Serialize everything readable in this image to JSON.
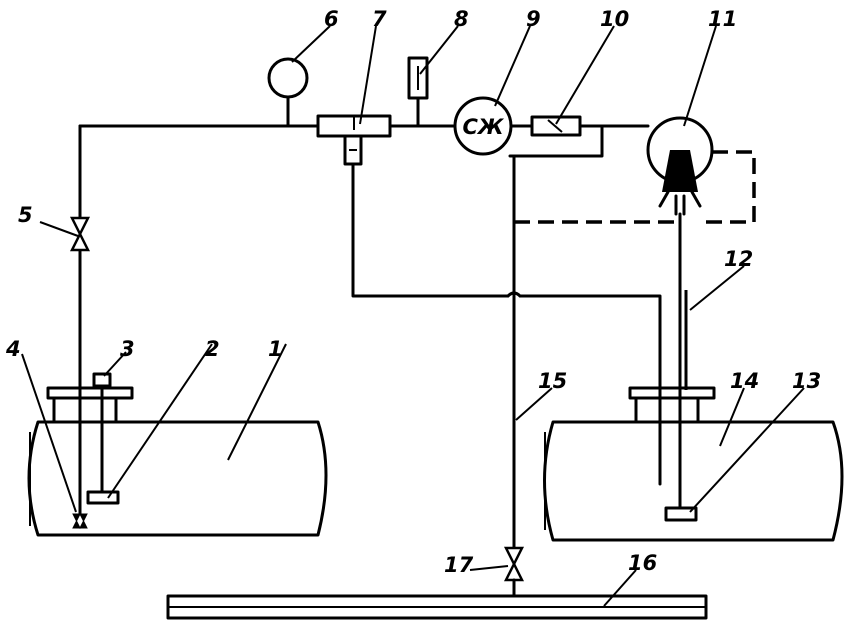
{
  "diagram": {
    "labels": [
      "1",
      "2",
      "3",
      "4",
      "5",
      "6",
      "7",
      "8",
      "9",
      "10",
      "11",
      "12",
      "13",
      "14",
      "15",
      "16",
      "17"
    ],
    "counter_mark": "СЖ"
  }
}
